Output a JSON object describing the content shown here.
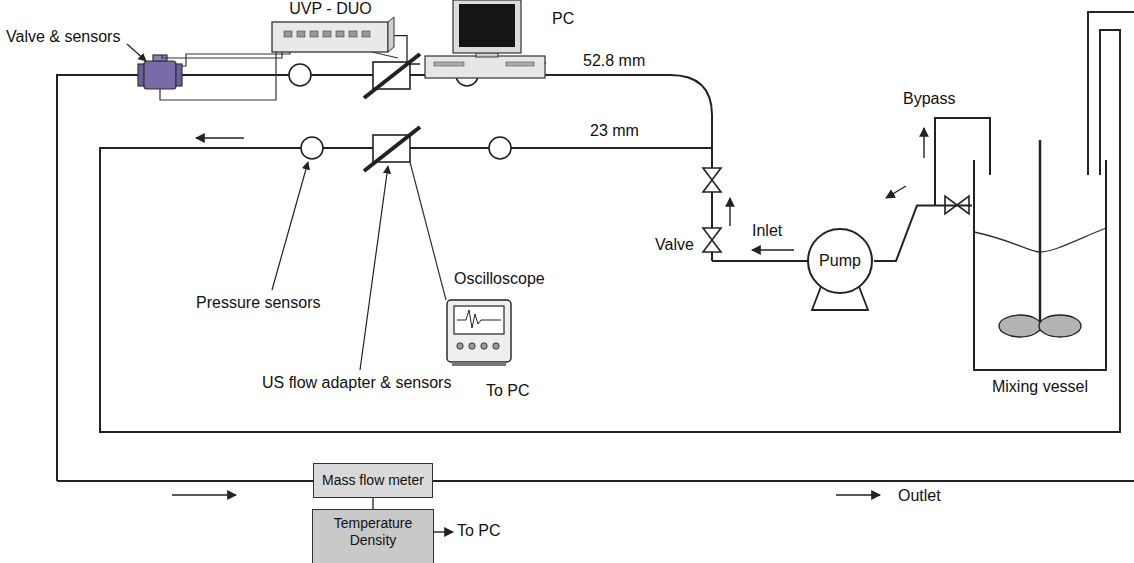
{
  "diagram": {
    "nodes": [
      {
        "text": [
          "UVP - DUO"
        ]
      },
      {
        "text": [
          "PC"
        ]
      },
      {
        "text": [
          "Oscilloscope",
          "To PC"
        ]
      },
      {
        "text": [
          "Pump"
        ]
      },
      {
        "text": [
          "Mixing vessel"
        ]
      },
      {
        "text": [
          "Mass flow meter"
        ]
      },
      {
        "text": [
          "Temperature Density"
        ]
      }
    ],
    "edges": [
      {
        "from": 0,
        "to": 1,
        "arrow": "none"
      },
      {
        "from": 5,
        "to": 6,
        "arrow": "none"
      },
      {
        "from": 4,
        "to": 3,
        "arrow": "none"
      }
    ],
    "labels": [
      "Valve & sensors",
      "52.8 mm",
      "23 mm",
      "Bypass",
      "Pressure sensors",
      "US flow adapter & sensors",
      "Inlet",
      "Valve",
      "To PC",
      "Outlet"
    ]
  }
}
